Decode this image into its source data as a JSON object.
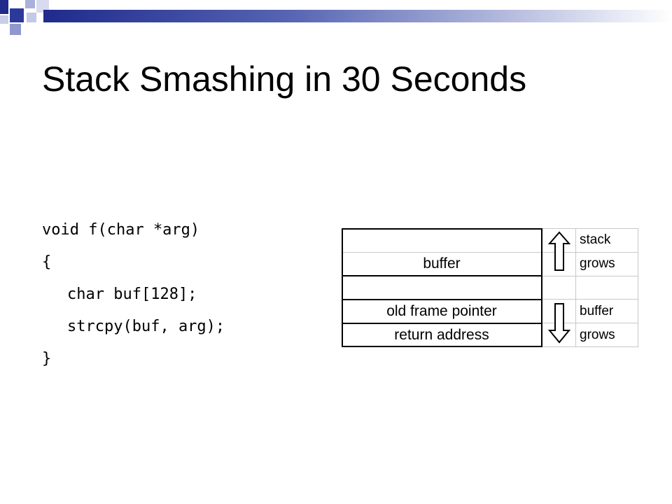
{
  "slide": {
    "title": "Stack Smashing in 30 Seconds"
  },
  "code": {
    "lines": [
      "void f(char *arg)",
      "{",
      "char buf[128];",
      "strcpy(buf, arg);",
      "}"
    ]
  },
  "diagram": {
    "buffer_label": "buffer",
    "old_frame_pointer_label": "old frame pointer",
    "return_address_label": "return address",
    "stack_grows_labels": [
      "stack",
      "grows"
    ],
    "buffer_grows_labels": [
      "buffer",
      "grows"
    ],
    "arrow_up_icon": "arrow-up-outline-icon",
    "arrow_down_icon": "arrow-down-outline-icon"
  }
}
